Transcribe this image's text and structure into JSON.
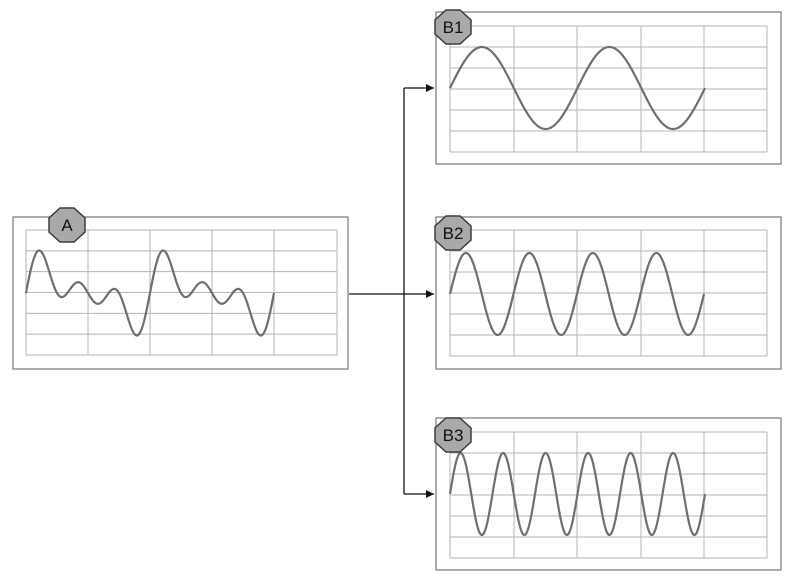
{
  "panels": [
    {
      "id": "A",
      "label": "A"
    },
    {
      "id": "B1",
      "label": "B1"
    },
    {
      "id": "B2",
      "label": "B2"
    },
    {
      "id": "B3",
      "label": "B3"
    }
  ],
  "colors": {
    "frame_border": "#777777",
    "grid": "#b5b5b5",
    "wave": "#6f6f6f",
    "badge_fill": "#a9a9a9",
    "badge_stroke": "#3d3d3d",
    "arrow": "#111111"
  }
}
